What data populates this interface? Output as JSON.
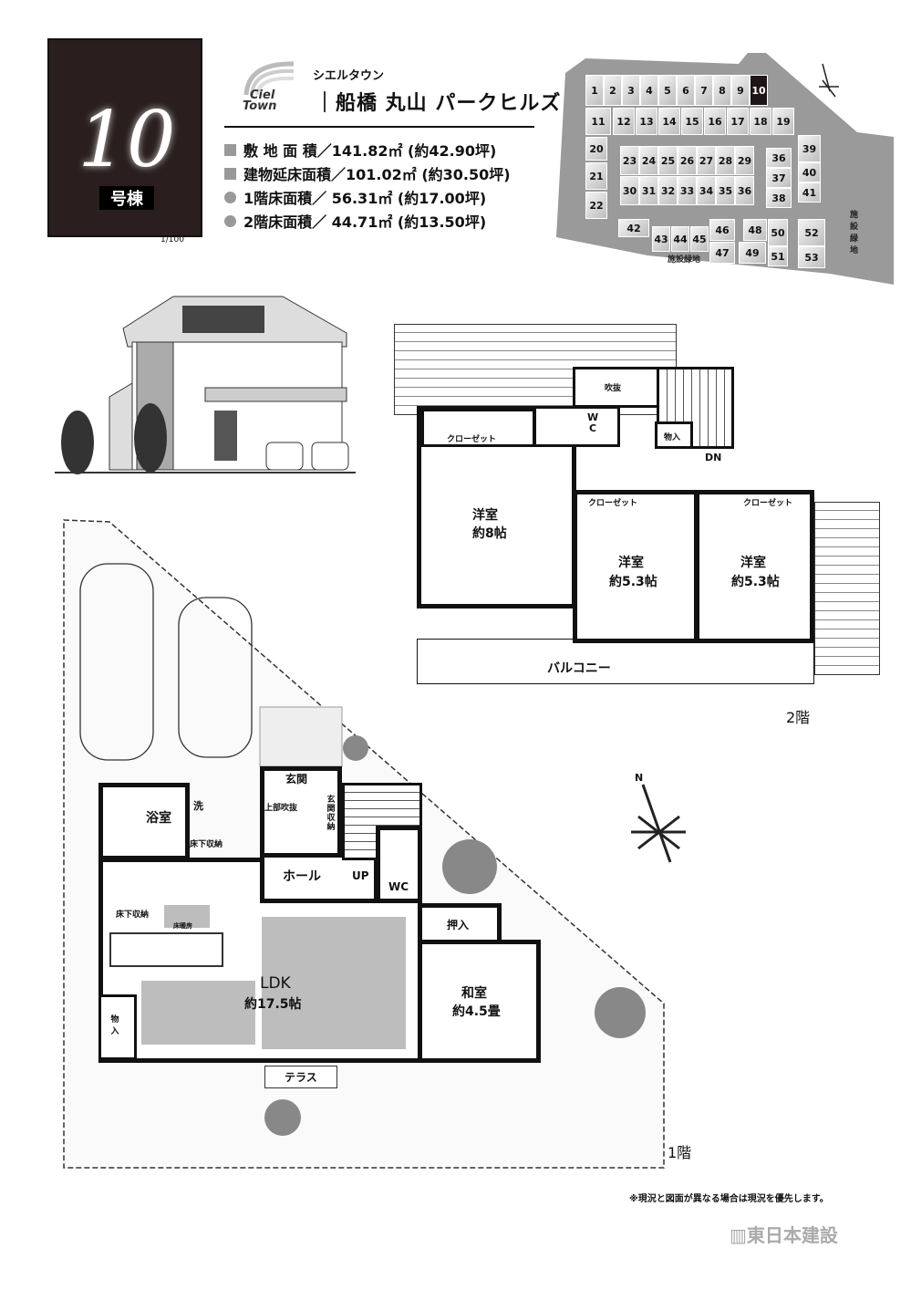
{
  "badge": {
    "number": "10",
    "suffix": "号棟",
    "scale": "1/100"
  },
  "logo": {
    "brand": "Ciel Town",
    "kana": "シエルタウン",
    "title": "｜船橋 丸山 パークヒルズ｜"
  },
  "specs": [
    {
      "label": "敷 地 面 積",
      "value": "／141.82㎡ (約42.90坪)"
    },
    {
      "label": "建物延床面積",
      "value": "／101.02㎡ (約30.50坪)"
    },
    {
      "label": "1階床面積",
      "value": "／ 56.31㎡ (約17.00坪)"
    },
    {
      "label": "2階床面積",
      "value": "／ 44.71㎡ (約13.50坪)"
    }
  ],
  "sitemap": {
    "highlight": "10",
    "green_label": "施設緑地",
    "green_label_right": "施設緑地"
  },
  "floor2": {
    "closet_main": "クローゼット",
    "wc": "W\nC",
    "void": "吹抜",
    "storage": "物入",
    "dn": "DN",
    "room1": {
      "name": "洋室",
      "size": "約8帖"
    },
    "room2": {
      "name": "洋室",
      "size": "約5.3帖",
      "closet": "クローゼット"
    },
    "room3": {
      "name": "洋室",
      "size": "約5.3帖",
      "closet": "クローゼット"
    },
    "balcony": "バルコニー",
    "floor_label": "2階"
  },
  "floor1": {
    "bath": "浴室",
    "wash": "洗",
    "underfloor1": "床下収納",
    "entrance": "玄関",
    "upper_void": "上部吹抜",
    "entrance_storage": "玄関収納",
    "hall": "ホール",
    "up": "UP",
    "wc": "WC",
    "underfloor2": "床下収納",
    "floor_heating": "床暖房",
    "ldk": {
      "name": "LDK",
      "size": "約17.5帖"
    },
    "oshiire": "押入",
    "washitsu": {
      "name": "和室",
      "size": "約4.5畳"
    },
    "storage": "物入",
    "terrace": "テラス",
    "floor_label": "1階",
    "north": "N"
  },
  "footer": {
    "note": "※現況と図面が異なる場合は現況を優先します。",
    "company": "東日本建設"
  },
  "colors": {
    "badge": "#2a1f1e",
    "lot_highlight": "#1e1616",
    "floor_heating": "#bdbdbd"
  }
}
